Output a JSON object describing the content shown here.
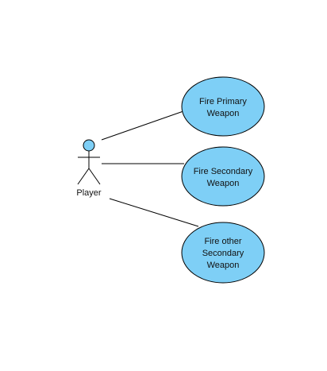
{
  "diagram": {
    "type": "use-case",
    "actor": {
      "name": "Player",
      "icon": "stick-figure-actor"
    },
    "use_cases": [
      {
        "id": "uc1",
        "lines": [
          "Fire Primary",
          "Weapon"
        ]
      },
      {
        "id": "uc2",
        "lines": [
          "Fire Secondary",
          "Weapon"
        ]
      },
      {
        "id": "uc3",
        "lines": [
          "Fire other",
          "Secondary",
          "Weapon"
        ]
      }
    ],
    "associations": [
      {
        "from": "Player",
        "to": "uc1"
      },
      {
        "from": "Player",
        "to": "uc2"
      },
      {
        "from": "Player",
        "to": "uc3"
      }
    ],
    "colors": {
      "use_case_fill": "#7ECFF6",
      "actor_head_fill": "#7ECFF6",
      "stroke": "#000000",
      "text": "#111111",
      "background": "#ffffff"
    }
  }
}
